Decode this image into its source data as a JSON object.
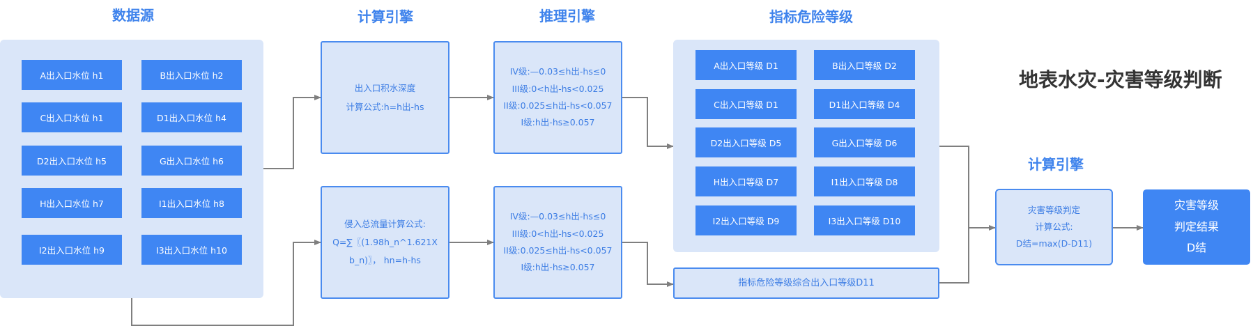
{
  "headings": {
    "datasource": "数据源",
    "engine1": "计算引擎",
    "reasoning": "推理引擎",
    "indicator": "指标危险等级",
    "engine2": "计算引擎"
  },
  "title": "地表水灾-灾害等级判断",
  "datasource_items": [
    "A出入口水位 h1",
    "B出入口水位 h2",
    "C出入口水位 h1",
    "D1出入口水位 h4",
    "D2出入口水位 h5",
    "G出入口水位 h6",
    "H出入口水位 h7",
    "I1出入口水位 h8",
    "I2出入口水位 h9",
    "I3出入口水位 h10"
  ],
  "engine_top": {
    "line1": "出入口积水深度",
    "line2": "计算公式:h=h出-hs"
  },
  "engine_bottom": {
    "line1": "侵入总流量计算公式:",
    "line2": "Q=∑〖(1.98h_n^1.621Xb_n)〗，  hn=h-hs"
  },
  "reasoning_top": [
    "IV级:—0.03≤h出-hs≤0",
    "III级:0<h出-hs<0.025",
    "II级:0.025≤h出-hs<0.057",
    "I级:h出-hs≥0.057"
  ],
  "reasoning_bottom": [
    "IV级:—0.03≤h出-hs≤0",
    "III级:0<h出-hs<0.025",
    "II级:0.025≤h出-hs<0.057",
    "I级:h出-hs≥0.057"
  ],
  "indicator_items": [
    "A出入口等级 D1",
    "B出入口等级 D2",
    "C出入口等级 D1",
    "D1出入口等级 D4",
    "D2出入口等级 D5",
    "G出入口等级 D6",
    "H出入口等级 D7",
    "I1出入口等级 D8",
    "I2出入口等级 D9",
    "I3出入口等级 D10"
  ],
  "indicator_combined": "指标危险等级综合出入口等级D11",
  "engine_final": {
    "line1": "灾害等级判定",
    "line2": "计算公式:",
    "line3": "D结=max(D-D11)"
  },
  "result": {
    "line1": "灾害等级",
    "line2": "判定结果",
    "line3": "D结"
  },
  "colors": {
    "accent": "#3F86F3",
    "panel": "#DAE6F9",
    "border": "#4A8BEF",
    "connector": "#7F7F7F",
    "title": "#333333"
  }
}
